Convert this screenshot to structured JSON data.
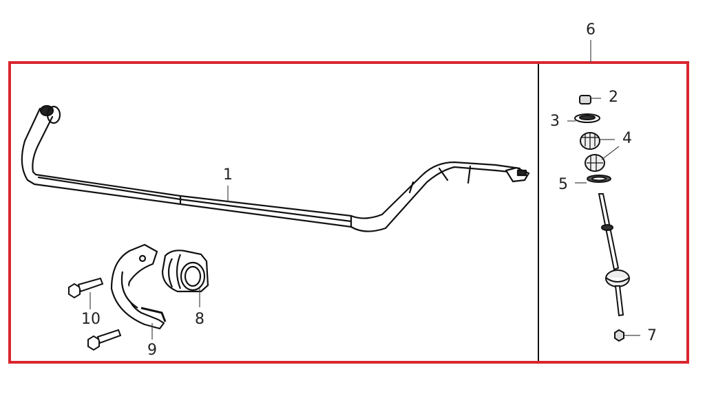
{
  "diagram": {
    "type": "exploded-parts-diagram",
    "frame_color": "#d9262e",
    "line_color": "#111111",
    "callouts": [
      {
        "id": "1",
        "label": "1",
        "part": "stabilizer-bar"
      },
      {
        "id": "2",
        "label": "2",
        "part": "nut"
      },
      {
        "id": "3",
        "label": "3",
        "part": "washer"
      },
      {
        "id": "4",
        "label": "4",
        "part": "bushings"
      },
      {
        "id": "5",
        "label": "5",
        "part": "washer"
      },
      {
        "id": "6",
        "label": "6",
        "part": "stabilizer-link-assembly"
      },
      {
        "id": "7",
        "label": "7",
        "part": "nut"
      },
      {
        "id": "8",
        "label": "8",
        "part": "bushing"
      },
      {
        "id": "9",
        "label": "9",
        "part": "retainer-clamp"
      },
      {
        "id": "10",
        "label": "10",
        "part": "bolt"
      }
    ]
  }
}
